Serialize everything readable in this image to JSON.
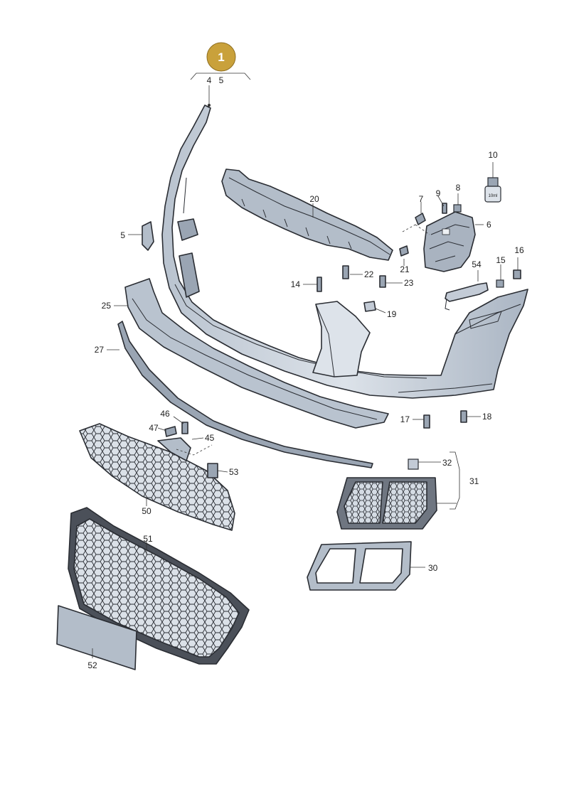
{
  "badge": {
    "label": "1",
    "color": "#c9a13b"
  },
  "labels": {
    "p4": "4",
    "p5top": "5",
    "p5": "5",
    "p6": "6",
    "p7": "7",
    "p8": "8",
    "p9": "9",
    "p10": "10",
    "p10_bottle": "10ml",
    "p14": "14",
    "p15": "15",
    "p16": "16",
    "p17": "17",
    "p18": "18",
    "p19": "19",
    "p20": "20",
    "p21": "21",
    "p22": "22",
    "p23": "23",
    "p25": "25",
    "p27": "27",
    "p30": "30",
    "p31": "31",
    "p32": "32",
    "p45": "45",
    "p46": "46",
    "p47": "47",
    "p50": "50",
    "p51": "51",
    "p52": "52",
    "p53": "53",
    "p54": "54"
  },
  "colors": {
    "part_fill": "#c3cbd6",
    "part_light": "#dde3ea",
    "part_dark": "#9aa5b3",
    "line": "#2a2d33"
  }
}
